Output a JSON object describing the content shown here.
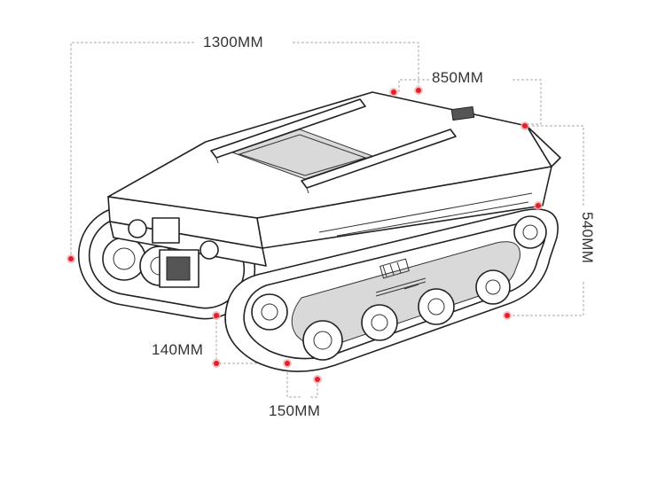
{
  "dimensions": {
    "length": "1300MM",
    "width": "850MM",
    "height": "540MM",
    "ground_clearance": "140MM",
    "track_width": "150MM"
  },
  "colors": {
    "marker": "#e0202a",
    "guide_line": "#aaaaaa",
    "outline": "#222222"
  }
}
